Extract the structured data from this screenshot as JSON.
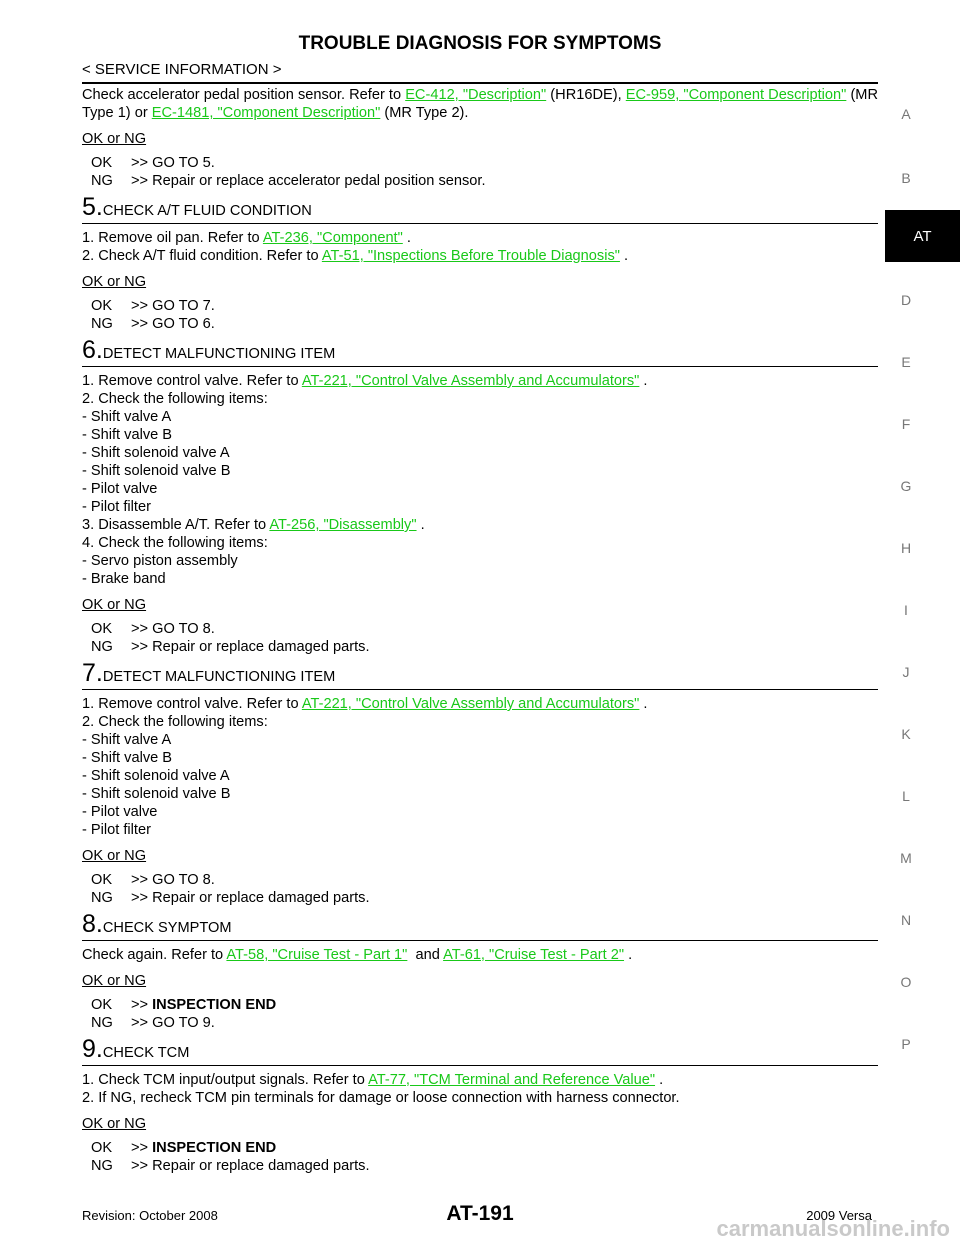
{
  "header": {
    "title": "TROUBLE DIAGNOSIS FOR SYMPTOMS",
    "subtitle": "< SERVICE INFORMATION >"
  },
  "intro": {
    "t1": "Check accelerator pedal position sensor. Refer to ",
    "link1": "EC-412, \"Description\"",
    "t2": " (HR16DE), ",
    "link2": "EC-959, \"Component Description\"",
    "t3": " (MR Type 1) or ",
    "link3": "EC-1481, \"Component Description\"",
    "t4": " (MR Type 2)."
  },
  "okng_label": "OK or NG",
  "result_ok": "OK",
  "result_ng": "NG",
  "block4": {
    "ok": ">> GO TO 5.",
    "ng": ">> Repair or replace accelerator pedal position sensor."
  },
  "step5": {
    "num": "5.",
    "title": "CHECK A/T FLUID CONDITION",
    "l1_pre": "1. Remove oil pan. Refer to ",
    "l1_link": "AT-236, \"Component\"",
    "l1_post": " .",
    "l2_pre": "2. Check A/T fluid condition. Refer to ",
    "l2_link": "AT-51, \"Inspections Before Trouble Diagnosis\"",
    "l2_post": " .",
    "ok": ">> GO TO 7.",
    "ng": ">> GO TO 6."
  },
  "step6": {
    "num": "6.",
    "title": "DETECT MALFUNCTIONING ITEM",
    "l1_pre": "1. Remove control valve. Refer to ",
    "l1_link": "AT-221, \"Control Valve Assembly and Accumulators\"",
    "l1_post": " .",
    "l2": "2. Check the following items:",
    "items_a": [
      "- Shift valve A",
      "- Shift valve B",
      "- Shift solenoid valve A",
      "- Shift solenoid valve B",
      "- Pilot valve",
      "- Pilot filter"
    ],
    "l3_pre": "3. Disassemble A/T. Refer to ",
    "l3_link": "AT-256, \"Disassembly\"",
    "l3_post": " .",
    "l4": "4. Check the following items:",
    "items_b": [
      "- Servo piston assembly",
      "- Brake band"
    ],
    "ok": ">> GO TO 8.",
    "ng": ">> Repair or replace damaged parts."
  },
  "step7": {
    "num": "7.",
    "title": "DETECT MALFUNCTIONING ITEM",
    "l1_pre": "1. Remove control valve. Refer to ",
    "l1_link": "AT-221, \"Control Valve Assembly and Accumulators\"",
    "l1_post": " .",
    "l2": "2. Check the following items:",
    "items": [
      "- Shift valve A",
      "- Shift valve B",
      "- Shift solenoid valve A",
      "- Shift solenoid valve B",
      "- Pilot valve",
      "- Pilot filter"
    ],
    "ok": ">> GO TO 8.",
    "ng": ">> Repair or replace damaged parts."
  },
  "step8": {
    "num": "8.",
    "title": "CHECK SYMPTOM",
    "l1_pre": "Check again. Refer to ",
    "l1_link1": "AT-58, \"Cruise Test - Part 1\"",
    "l1_mid": "  and ",
    "l1_link2": "AT-61, \"Cruise Test - Part 2\"",
    "l1_post": " .",
    "ok_pre": ">> ",
    "ok_bold": "INSPECTION END",
    "ng": ">> GO TO 9."
  },
  "step9": {
    "num": "9.",
    "title": "CHECK TCM",
    "l1_pre": "1. Check TCM input/output signals. Refer to ",
    "l1_link": "AT-77, \"TCM Terminal and Reference Value\"",
    "l1_post": " .",
    "l2": "2. If NG, recheck TCM pin terminals for damage or loose connection with harness connector.",
    "ok_pre": ">> ",
    "ok_bold": "INSPECTION END",
    "ng": ">> Repair or replace damaged parts."
  },
  "side_tab": "AT",
  "side_letters": [
    "A",
    "B",
    "D",
    "E",
    "F",
    "G",
    "H",
    "I",
    "J",
    "K",
    "L",
    "M",
    "N",
    "O",
    "P"
  ],
  "footer": {
    "revision": "Revision: October 2008",
    "page": "AT-191",
    "model": "2009 Versa",
    "watermark": "carmanualsonline.info"
  }
}
